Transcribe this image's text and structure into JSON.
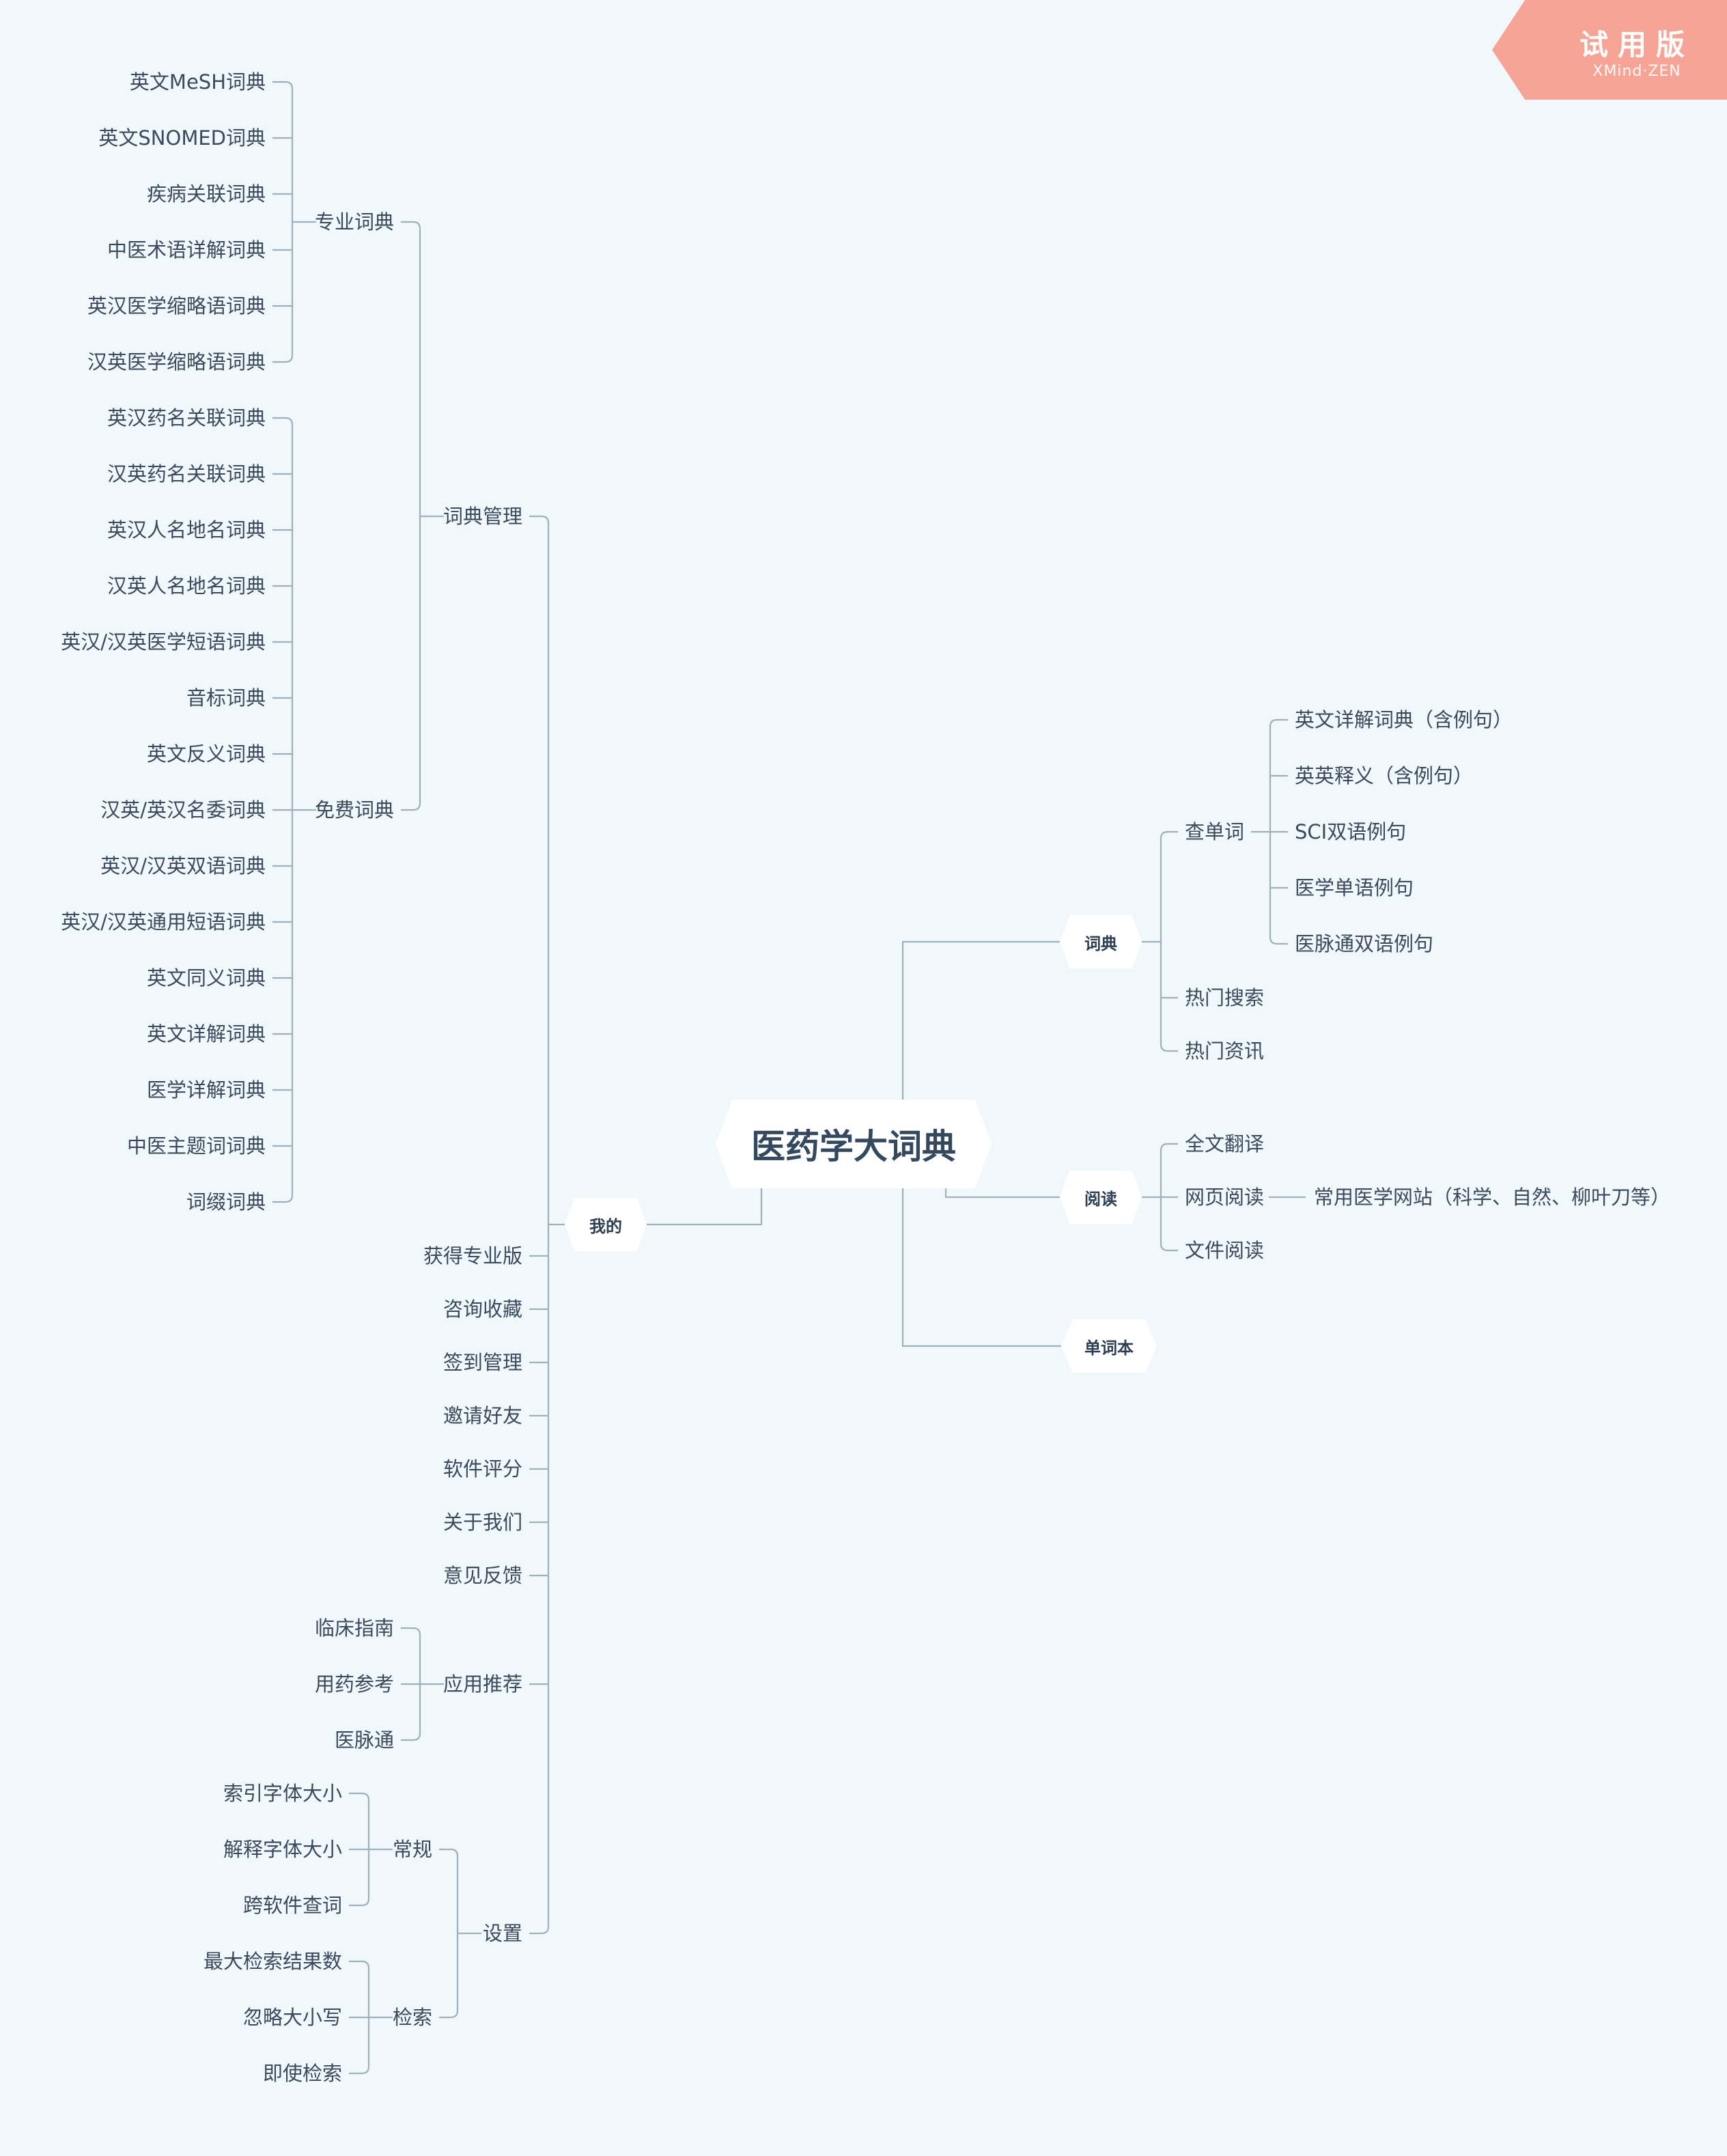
{
  "watermark": {
    "title": "试用版",
    "subtitle": "XMind·ZEN"
  },
  "mindmap": {
    "root": "医药学大词典",
    "dict": {
      "label": "词典",
      "lookup": {
        "label": "查单词",
        "items": [
          "英文详解词典（含例句）",
          "英英释义（含例句）",
          "SCI双语例句",
          "医学单语例句",
          "医脉通双语例句"
        ]
      },
      "hot_search": "热门搜索",
      "hot_news": "热门资讯"
    },
    "read": {
      "label": "阅读",
      "full_translate": "全文翻译",
      "web_read": {
        "label": "网页阅读",
        "child": "常用医学网站（科学、自然、柳叶刀等）"
      },
      "file_read": "文件阅读"
    },
    "wordbook": {
      "label": "单词本"
    },
    "mine": {
      "label": "我的",
      "dict_manage": {
        "label": "词典管理",
        "pro": {
          "label": "专业词典",
          "items": [
            "英文MeSH词典",
            "英文SNOMED词典",
            "疾病关联词典",
            "中医术语详解词典",
            "英汉医学缩略语词典",
            "汉英医学缩略语词典"
          ]
        },
        "free": {
          "label": "免费词典",
          "items": [
            "英汉药名关联词典",
            "汉英药名关联词典",
            "英汉人名地名词典",
            "汉英人名地名词典",
            "英汉/汉英医学短语词典",
            "音标词典",
            "英文反义词典",
            "汉英/英汉名委词典",
            "英汉/汉英双语词典",
            "英汉/汉英通用短语词典",
            "英文同义词典",
            "英文详解词典",
            "医学详解词典",
            "中医主题词词典",
            "词缀词典"
          ]
        }
      },
      "items": [
        "获得专业版",
        "咨询收藏",
        "签到管理",
        "邀请好友",
        "软件评分",
        "关于我们",
        "意见反馈"
      ],
      "apps": {
        "label": "应用推荐",
        "items": [
          "临床指南",
          "用药参考",
          "医脉通"
        ]
      },
      "settings": {
        "label": "设置",
        "general": {
          "label": "常规",
          "items": [
            "索引字体大小",
            "解释字体大小",
            "跨软件查词"
          ]
        },
        "search": {
          "label": "检索",
          "items": [
            "最大检索结果数",
            "忽略大小写",
            "即使检索"
          ]
        }
      }
    }
  }
}
